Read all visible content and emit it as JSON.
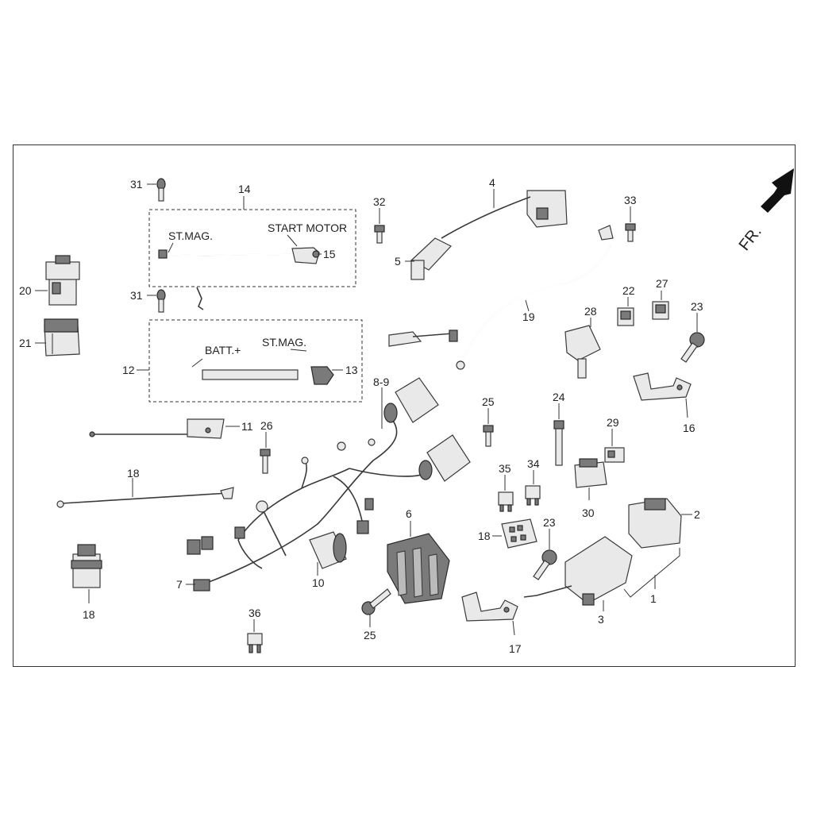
{
  "labels": {
    "p31a": "31",
    "p14": "14",
    "p15": "15",
    "p20": "20",
    "p21": "21",
    "p31b": "31",
    "p12": "12",
    "p13": "13",
    "p11": "11",
    "p18a": "18",
    "p18b": "18",
    "p7": "7",
    "p10": "10",
    "p89": "8-9",
    "p26": "26",
    "p32": "32",
    "p4": "4",
    "p5": "5",
    "p19": "19",
    "p6": "6",
    "p25a": "25",
    "p25b": "25",
    "p36": "36",
    "p33": "33",
    "p22": "22",
    "p27": "27",
    "p23a": "23",
    "p28": "28",
    "p16": "16",
    "p24": "24",
    "p29": "29",
    "p30": "30",
    "p35": "35",
    "p34": "34",
    "p18c": "18",
    "p23b": "23",
    "p2": "2",
    "p1": "1",
    "p3": "3",
    "p17": "17"
  },
  "captions": {
    "st_mag_1": "ST.MAG.",
    "start_motor": "START MOTOR",
    "batt_plus": "BATT.+",
    "st_mag_2": "ST.MAG.",
    "front": "FR."
  },
  "colors": {
    "line": "#333333",
    "part_fill": "#e9e9e9",
    "dark_fill": "#7a7a7a"
  }
}
